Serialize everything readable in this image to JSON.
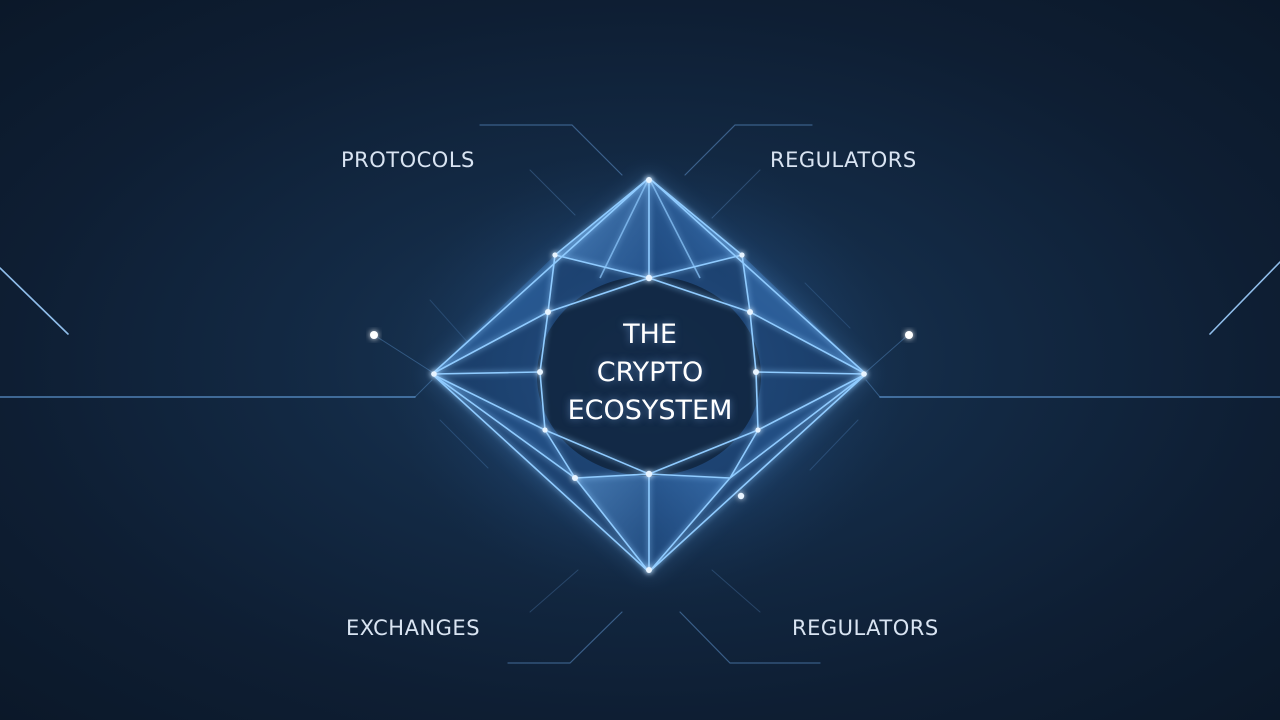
{
  "labels": {
    "top_left": "PROTOCOLS",
    "top_right": "REGULATORS",
    "bottom_left": "EXCHANGES",
    "bottom_right": "REGULATORS"
  },
  "title": {
    "line1": "THE",
    "line2": "CRYPTO",
    "line3": "ECOSYSTEM"
  },
  "colors": {
    "background": "#0f1f33",
    "accent": "#5aa8ff",
    "label_text": "#d9e4f2"
  }
}
